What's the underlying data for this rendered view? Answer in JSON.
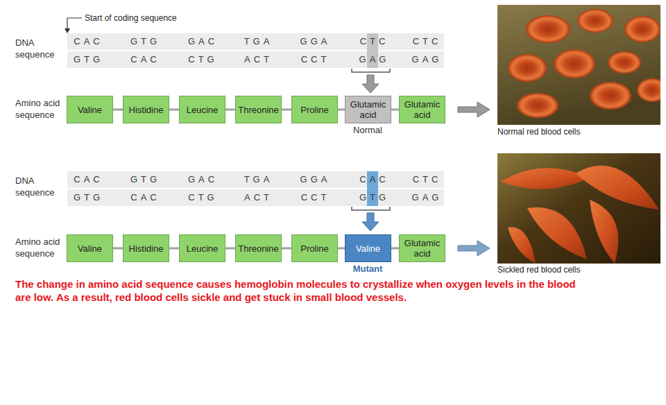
{
  "diagram": {
    "caption": "The change in amino acid sequence causes hemoglobin molecules to crystallize when oxygen levels in the blood are low. As a result, red blood cells sickle and get stuck in small blood vessels.",
    "nodes": [
      {
        "text": [
          "Valine"
        ]
      },
      {
        "text": [
          "Histidine"
        ]
      },
      {
        "text": [
          "Leucine"
        ]
      },
      {
        "text": [
          "Threonine"
        ]
      },
      {
        "text": [
          "Proline"
        ]
      },
      {
        "text": [
          "Glutamic acid"
        ]
      },
      {
        "text": [
          "Glutamic acid"
        ]
      },
      {
        "text": [
          "Valine"
        ]
      },
      {
        "text": [
          "Histidine"
        ]
      },
      {
        "text": [
          "Leucine"
        ]
      },
      {
        "text": [
          "Threonine"
        ]
      },
      {
        "text": [
          "Proline"
        ]
      },
      {
        "text": [
          "Valine"
        ]
      },
      {
        "text": [
          "Glutamic acid"
        ]
      }
    ],
    "edges": [
      {
        "from": 0,
        "to": 1,
        "arrow": "none"
      },
      {
        "from": 1,
        "to": 2,
        "arrow": "none"
      },
      {
        "from": 2,
        "to": 3,
        "arrow": "none"
      },
      {
        "from": 3,
        "to": 4,
        "arrow": "none"
      },
      {
        "from": 4,
        "to": 5,
        "arrow": "none"
      },
      {
        "from": 5,
        "to": 6,
        "arrow": "none"
      },
      {
        "from": 7,
        "to": 8,
        "arrow": "none"
      },
      {
        "from": 8,
        "to": 9,
        "arrow": "none"
      },
      {
        "from": 9,
        "to": 10,
        "arrow": "none"
      },
      {
        "from": 10,
        "to": 11,
        "arrow": "none"
      },
      {
        "from": 11,
        "to": 12,
        "arrow": "none"
      },
      {
        "from": 12,
        "to": 13,
        "arrow": "none"
      }
    ],
    "labels": [
      "Start of coding sequence",
      "DNA sequence",
      "CAC",
      "GTG",
      "GAC",
      "TGA",
      "GGA",
      "CTC",
      "CTC",
      "GTG",
      "CAC",
      "CTG",
      "ACT",
      "CCT",
      "GAG",
      "GAG",
      "Amino acid sequence",
      "Normal",
      "Normal red blood cells",
      "DNA sequence",
      "CAC",
      "GTG",
      "GAC",
      "TGA",
      "GGA",
      "CAC",
      "CTC",
      "GTG",
      "CAC",
      "CTG",
      "ACT",
      "CCT",
      "GTG",
      "GAG",
      "Amino acid sequence",
      "Mutant",
      "Sickled red blood cells"
    ]
  }
}
